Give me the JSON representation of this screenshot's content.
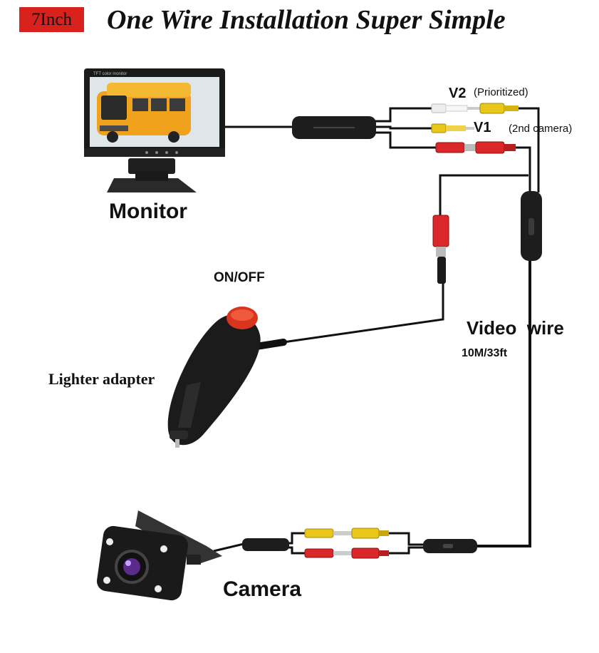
{
  "header": {
    "badge": "7Inch",
    "title": "One Wire Installation Super Simple"
  },
  "labels": {
    "monitor": "Monitor",
    "camera": "Camera",
    "on_off": "ON/OFF",
    "lighter_adapter": "Lighter adapter",
    "video_wire": "Video  wire",
    "length": "10M/33ft",
    "v2": "V2",
    "prioritized": "(Prioritized)",
    "v1": "V1",
    "second_camera": "(2nd camera)"
  },
  "monitor_screen_text": "TFT color monitor",
  "colors": {
    "badge": "#d9211d",
    "wire": "#111111",
    "yellow_rca": "#e8c61a",
    "red_rca": "#d9272a",
    "white_rca": "#eeeeee",
    "bus_body": "#f0a21c",
    "adapter_button": "#d8341e"
  }
}
